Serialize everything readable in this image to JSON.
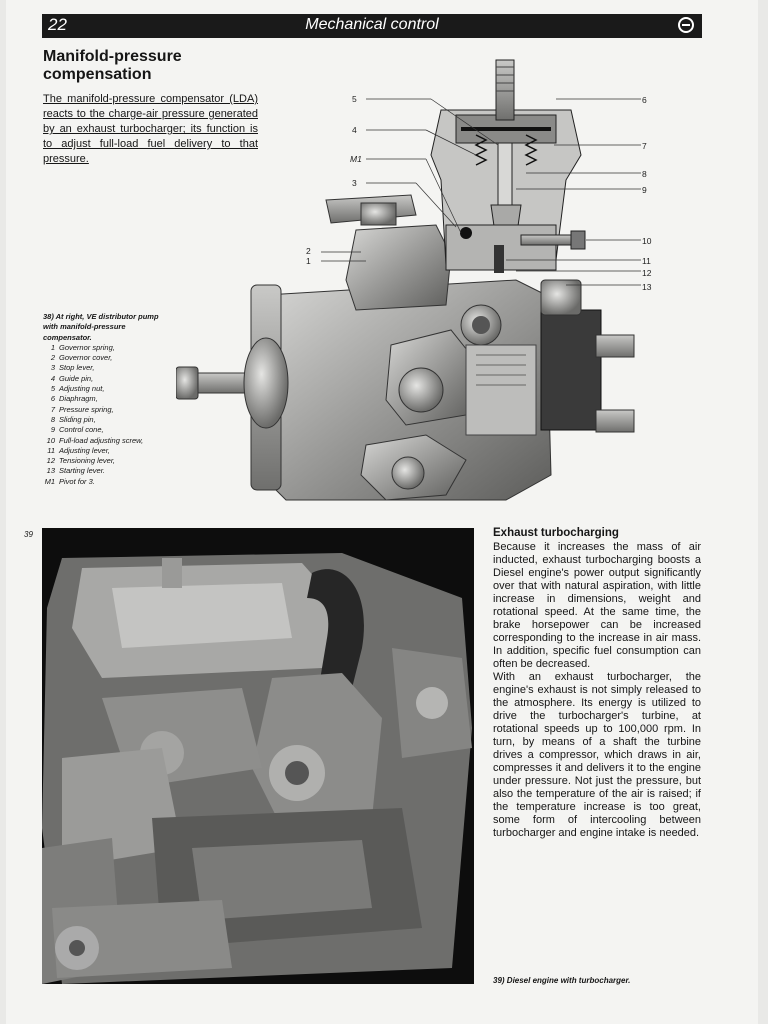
{
  "header": {
    "page_number": "22",
    "section_title": "Mechanical control",
    "brand_mark": "bosch-logo"
  },
  "article": {
    "heading": "Manifold-pressure compensation",
    "intro": "The manifold-pressure compensator (LDA) reacts to the charge-air pressure generated by an exhaust turbocharger; its function is to adjust full-load fuel delivery to that pressure."
  },
  "figure38": {
    "callouts": [
      "5",
      "4",
      "M1",
      "3",
      "2",
      "1",
      "6",
      "7",
      "8",
      "9",
      "10",
      "11",
      "12",
      "13"
    ],
    "caption_title": "38) At right, VE distributor pump with manifold-pressure compensator.",
    "legend": [
      {
        "num": "1",
        "text": "Governor spring,"
      },
      {
        "num": "2",
        "text": "Governor cover,"
      },
      {
        "num": "3",
        "text": "Stop lever,"
      },
      {
        "num": "4",
        "text": "Guide pin,"
      },
      {
        "num": "5",
        "text": "Adjusting nut,"
      },
      {
        "num": "6",
        "text": "Diaphragm,"
      },
      {
        "num": "7",
        "text": "Pressure spring,"
      },
      {
        "num": "8",
        "text": "Sliding pin,"
      },
      {
        "num": "9",
        "text": "Control cone,"
      },
      {
        "num": "10",
        "text": "Full-load adjusting screw,"
      },
      {
        "num": "11",
        "text": "Adjusting lever,"
      },
      {
        "num": "12",
        "text": "Tensioning lever,"
      },
      {
        "num": "13",
        "text": "Starting lever."
      },
      {
        "num": "M1",
        "text": "Pivot for 3."
      }
    ]
  },
  "figure39": {
    "number": "39",
    "caption": "39) Diesel engine with turbocharger."
  },
  "turbo_section": {
    "heading": "Exhaust turbocharging",
    "paragraphs": [
      "Because it increases the mass of air inducted, exhaust turbocharging boosts a Diesel engine's power output significantly over that with natural aspiration, with little increase in dimensions, weight and rotational speed. At the same time, the brake horsepower can be increased corresponding to the increase in air mass. In addition, specific fuel consumption can often be decreased.",
      "With an exhaust turbocharger, the engine's exhaust is not simply released to the atmosphere. Its energy is utilized to drive the turbocharger's turbine, at rotational speeds up to 100,000 rpm. In turn, by means of a shaft the turbine drives a compressor, which draws in air, compresses it and delivers it to the engine under pressure. Not just the pressure, but also the temperature of the air is raised; if the temperature increase is too great, some form of intercooling between turbocharger and engine intake is needed."
    ]
  }
}
